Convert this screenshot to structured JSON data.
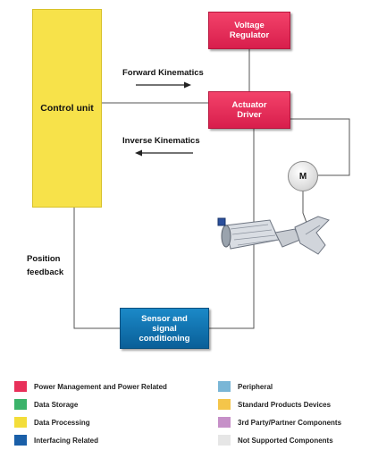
{
  "boxes": {
    "control_unit": "Control unit",
    "voltage_regulator": [
      "Voltage",
      "Regulator"
    ],
    "actuator_driver": [
      "Actuator",
      "Driver"
    ],
    "sensor": [
      "Sensor and",
      "signal",
      "conditioning"
    ]
  },
  "labels": {
    "forward_kinematics": "Forward Kinematics",
    "inverse_kinematics": "Inverse Kinematics",
    "position_feedback": [
      "Position",
      "feedback"
    ]
  },
  "motor_label": "M",
  "legend": [
    {
      "label": "Power Management and Power Related",
      "color": "#e8305a"
    },
    {
      "label": "Peripheral",
      "color": "#7ab6d6"
    },
    {
      "label": "Data Storage",
      "color": "#3bb36a"
    },
    {
      "label": "Standard Products Devices",
      "color": "#f4c54a"
    },
    {
      "label": "Data Processing",
      "color": "#f3dd3a"
    },
    {
      "label": "3rd Party/Partner Components",
      "color": "#c690c8"
    },
    {
      "label": "Interfacing Related",
      "color": "#1a5fa8"
    },
    {
      "label": "Not Supported Components",
      "color": "#e6e6e6"
    }
  ],
  "icons": [
    "motor-icon",
    "gripper-icon",
    "arrow-right-icon",
    "arrow-left-icon"
  ]
}
